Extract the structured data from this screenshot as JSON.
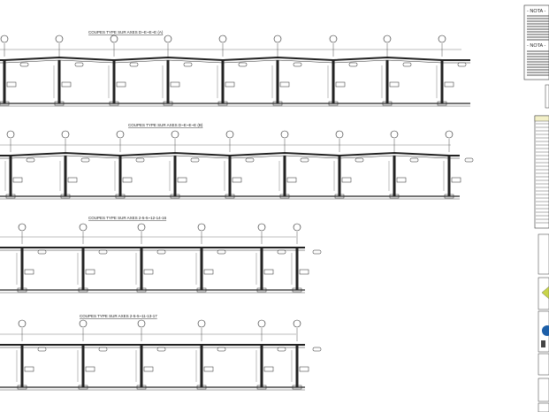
{
  "drawing": {
    "sections": [
      {
        "title": "COUPES TYPE SUR AXES D~E~E~E (A)",
        "columns": 9,
        "slope": "ridge"
      },
      {
        "title": "COUPES TYPE SUR AXES D~E~E~E (B)",
        "columns": 9,
        "slope": "ridge"
      },
      {
        "title": "COUPES TYPE SUR AXES 2-5-5~12-14-16",
        "columns": 6,
        "slope": "flat"
      },
      {
        "title": "COUPES TYPE SUR AXES 2-5-5~11-13-17",
        "columns": 6,
        "slope": "flat"
      }
    ],
    "line_color": "#222222",
    "accent_color": "#c8d44a",
    "logo_color": "#1d5fa8"
  },
  "title_block": {
    "nota_1": "- NOTA -",
    "nota_2": "- NOTA -"
  }
}
